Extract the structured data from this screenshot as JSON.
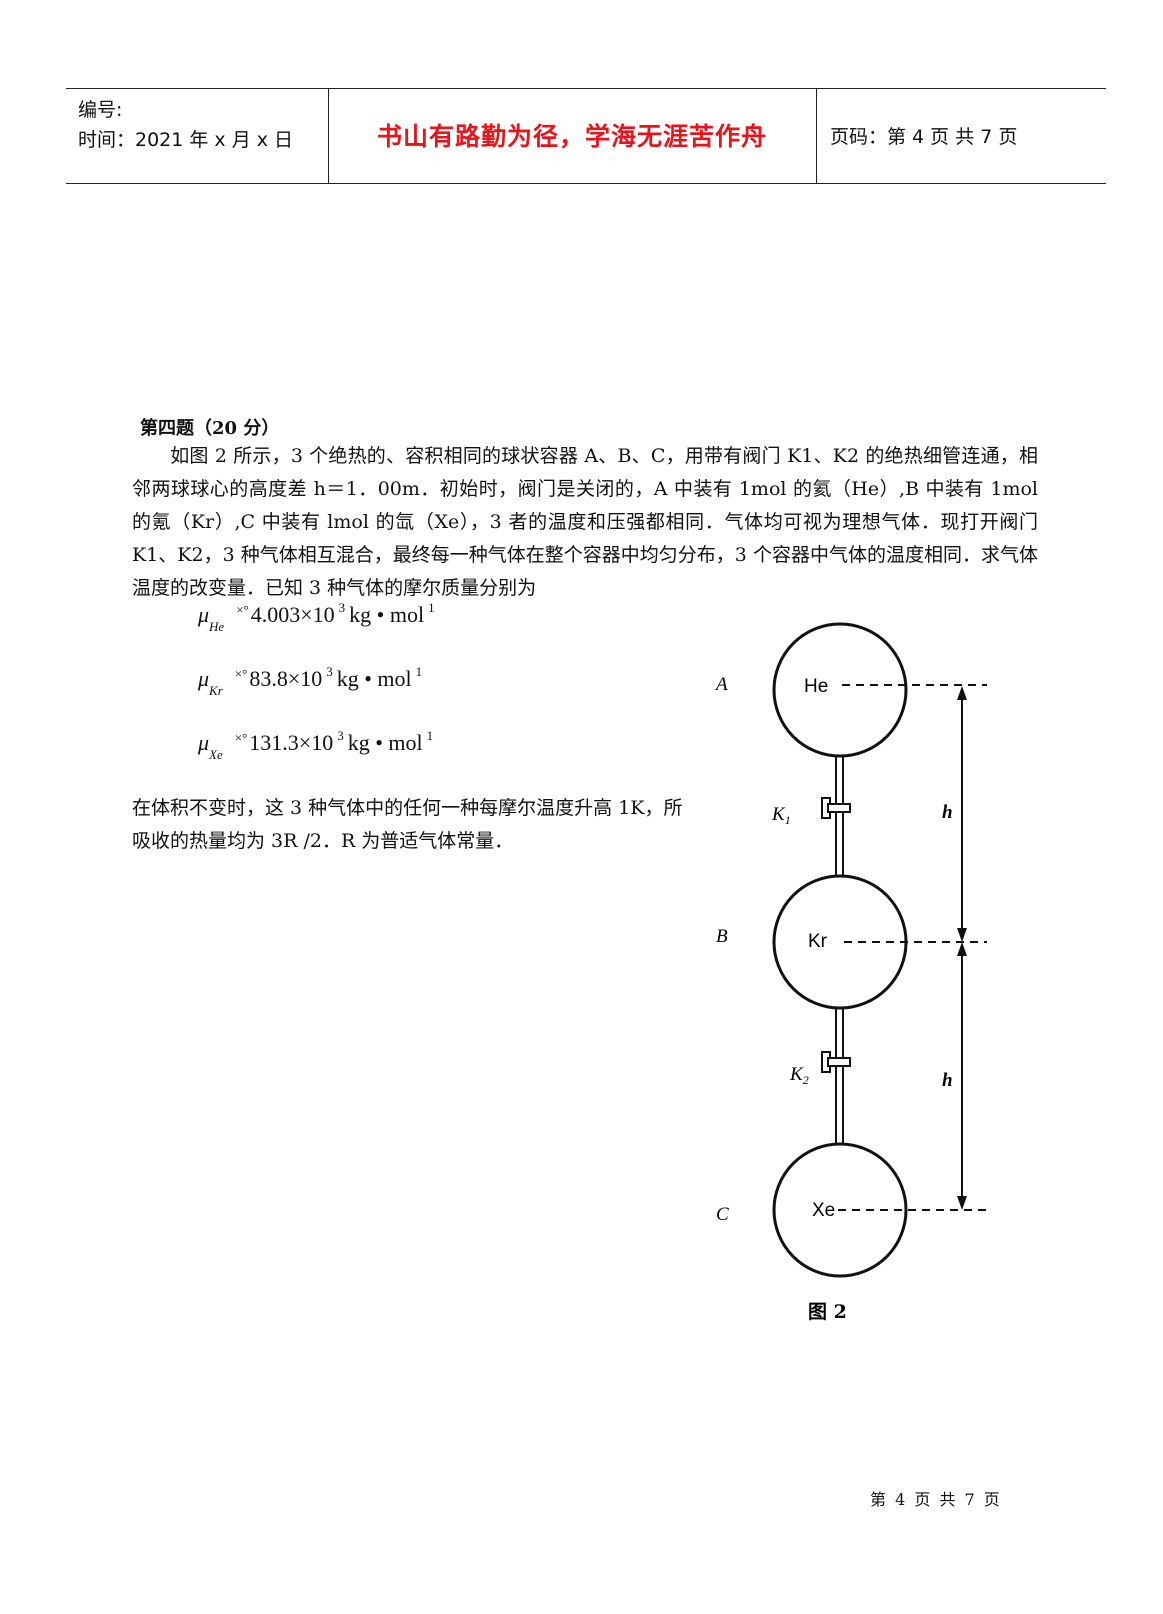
{
  "header": {
    "serial_label": "编号:",
    "time_label": "时间：2021 年 x 月 x 日",
    "motto": "书山有路勤为径，学海无涯苦作舟",
    "page_label": "页码：第 4 页  共 7 页"
  },
  "question": {
    "title": "第四题（20 分）",
    "paragraph": "如图 2 所示，3 个绝热的、容积相同的球状容器 A、B、C，用带有阀门 K1、K2 的绝热细管连通，相邻两球球心的高度差 h＝1．00m．初始时，阀门是关闭的，A 中装有 1mol 的氦（He）,B 中装有 1mol 的氪（Kr）,C 中装有 lmol 的氙（Xe），3 者的温度和压强都相同．气体均可视为理想气体．现打开阀门 K1、K2，3 种气体相互混合，最终每一种气体在整个容器中均匀分布，3 个容器中气体的温度相同．求气体温度的改变量．已知 3 种气体的摩尔质量分别为",
    "formulas": [
      {
        "symbol": "μ",
        "sub": "He",
        "value": "4.003×10",
        "exp": "3",
        "unit": "kg • mol",
        "unit_exp": "1"
      },
      {
        "symbol": "μ",
        "sub": "Kr",
        "value": "83.8×10",
        "exp": "3",
        "unit": "kg • mol",
        "unit_exp": "1"
      },
      {
        "symbol": "μ",
        "sub": "Xe",
        "value": "131.3×10",
        "exp": "3",
        "unit": "kg • mol",
        "unit_exp": "1"
      }
    ],
    "approx_mark": "×°",
    "paragraph2": "在体积不变时，这 3 种气体中的任何一种每摩尔温度升高 1K，所吸收的热量均为 3R /2．R 为普适气体常量．"
  },
  "figure": {
    "label_a": "A",
    "label_b": "B",
    "label_c": "C",
    "gas_a": "He",
    "gas_b": "Kr",
    "gas_c": "Xe",
    "valve1": "K",
    "valve1_sub": "1",
    "valve2": "K",
    "valve2_sub": "2",
    "h": "h",
    "caption": "图 2"
  },
  "footer": {
    "page": "第 4 页 共 7 页"
  }
}
